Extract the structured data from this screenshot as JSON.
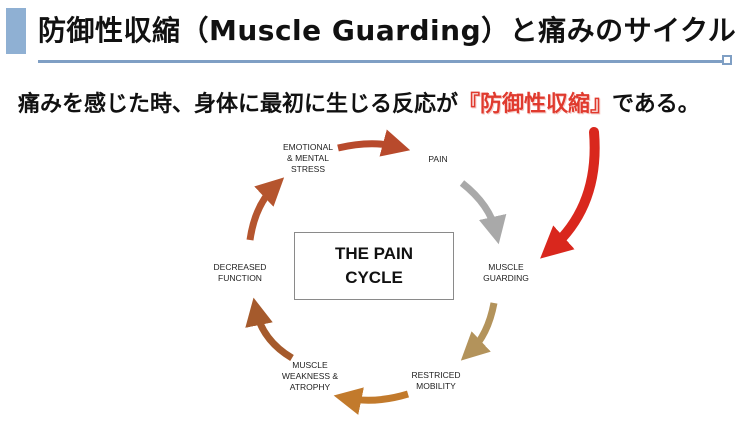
{
  "header": {
    "title": "防御性収縮（Muscle Guarding）と痛みのサイクル",
    "subtitle_pre": "痛みを感じた時、身体に最初に生じる反応が",
    "subtitle_highlight": "『防御性収縮』",
    "subtitle_post": "である。"
  },
  "diagram": {
    "center": {
      "line1": "THE PAIN",
      "line2": "CYCLE"
    },
    "nodes": {
      "emotional": [
        "EMOTIONAL",
        "& MENTAL",
        "STRESS"
      ],
      "pain": [
        "PAIN"
      ],
      "guarding": [
        "MUSCLE",
        "GUARDING"
      ],
      "restricted": [
        "RESTRICED",
        "MOBILITY"
      ],
      "weakness": [
        "MUSCLE",
        "WEAKNESS &",
        "ATROPHY"
      ],
      "decreased": [
        "DECREASED",
        "FUNCTION"
      ]
    },
    "colors": {
      "arrow_top": "#b84a2c",
      "arrow_pain": "#a9a9a9",
      "arrow_guarding": "#b3935b",
      "arrow_bottom": "#c27a2c",
      "arrow_left_lower": "#a55a2c",
      "arrow_left_upper": "#b5552e",
      "red_arrow": "#d9271d",
      "accent_blue": "#8fb0d3"
    }
  }
}
